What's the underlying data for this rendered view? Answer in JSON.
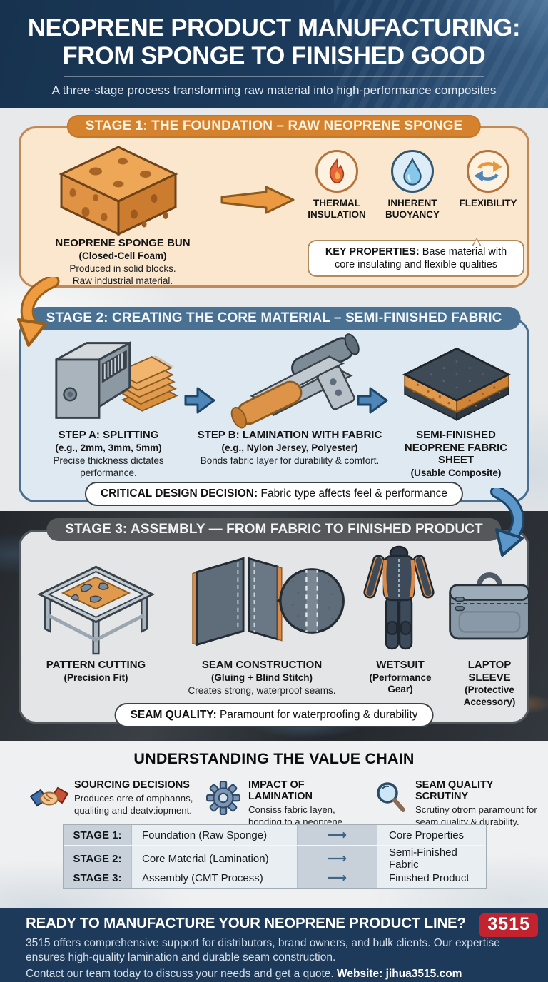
{
  "colors": {
    "header_navy": "#1d3a5a",
    "stage1_orange": "#d5822f",
    "stage2_steel_blue": "#4a7192",
    "stage3_gray": "#54585b",
    "badge_red": "#c2232e"
  },
  "header": {
    "title_line1": "NEOPRENE PRODUCT MANUFACTURING:",
    "title_line2": "FROM SPONGE TO FINISHED GOOD",
    "subtitle": "A three-stage process transforming raw material into high-performance composites"
  },
  "stage1": {
    "heading": "STAGE 1: THE FOUNDATION – RAW NEOPRENE SPONGE",
    "sponge_title": "NEOPRENE SPONGE BUN",
    "sponge_subtitle": "(Closed-Cell Foam)",
    "sponge_desc1": "Produced in solid blocks.",
    "sponge_desc2": "Raw industrial material.",
    "properties": [
      {
        "label": "THERMAL INSULATION",
        "icon": "flame-icon"
      },
      {
        "label": "INHERENT BUOYANCY",
        "icon": "water-drop-icon"
      },
      {
        "label": "FLEXIBILITY",
        "icon": "cycle-arrows-icon"
      }
    ],
    "key_properties_label": "KEY PROPERTIES:",
    "key_properties_text": "Base material with core insulating and flexible qualities"
  },
  "stage2": {
    "heading": "STAGE 2: CREATING THE CORE MATERIAL – SEMI-FINISHED FABRIC",
    "steps": [
      {
        "title": "STEP A: SPLITTING",
        "subtitle": "(e.g., 2mm, 3mm, 5mm)",
        "desc": "Precise thickness dictates performance.",
        "illustration": "splitting-machine-illustration"
      },
      {
        "title": "STEP B: LAMINATION WITH FABRIC",
        "subtitle": "(e.g., Nylon Jersey, Polyester)",
        "desc": "Bonds fabric layer for durability & comfort.",
        "illustration": "lamination-machine-illustration"
      },
      {
        "title": "SEMI-FINISHED NEOPRENE FABRIC SHEET",
        "subtitle": "(Usable Composite)",
        "desc": "",
        "illustration": "fabric-sheet-illustration"
      }
    ],
    "callout_label": "CRITICAL DESIGN DECISION:",
    "callout_text": "Fabric type affects feel & performance"
  },
  "stage3": {
    "heading": "STAGE 3: ASSEMBLY — FROM FABRIC TO FINISHED PRODUCT",
    "items": [
      {
        "title": "PATTERN CUTTING",
        "subtitle": "(Precision Fit)",
        "desc": "",
        "illustration": "cutting-table-illustration"
      },
      {
        "title": "SEAM CONSTRUCTION",
        "subtitle": "(Gluing + Blind Stitch)",
        "desc": "Creates strong, waterproof seams.",
        "illustration": "seam-panels-illustration"
      },
      {
        "title": "WETSUIT",
        "subtitle": "(Performance Gear)",
        "desc": "",
        "illustration": "wetsuit-illustration"
      },
      {
        "title": "LAPTOP SLEEVE",
        "subtitle": "(Protective Accessory)",
        "desc": "",
        "illustration": "laptop-sleeve-illustration"
      }
    ],
    "callout_label": "SEAM QUALITY:",
    "callout_text": "Paramount for waterproofing & durability"
  },
  "value_chain": {
    "heading": "UNDERSTANDING THE VALUE CHAIN",
    "items": [
      {
        "title": "SOURCING DECISIONS",
        "desc": "Produces orre of omphanns, qualiting and deatv:iopment.",
        "icon": "handshake-icon"
      },
      {
        "title": "IMPACT OF LAMINATION",
        "desc": "Consiss fabric layen, bonding to a neoprene Fiabric sheet.",
        "icon": "gear-icon"
      },
      {
        "title": "SEAM QUALITY SCRUTINY",
        "desc": "Scrutiny otrom paramount for seam quality & durability.",
        "icon": "magnifier-icon"
      }
    ],
    "table": {
      "arrow": "⟶",
      "rows": [
        {
          "stage": "STAGE 1:",
          "process": "Foundation (Raw Sponge)",
          "result": "Core Properties"
        },
        {
          "stage": "STAGE 2:",
          "process": "Core Material (Lamination)",
          "result": "Semi-Finished Fabric"
        },
        {
          "stage": "STAGE 3:",
          "process": "Assembly (CMT Process)",
          "result": "Finished Product"
        }
      ]
    }
  },
  "footer": {
    "badge": "3515",
    "heading": "READY TO MANUFACTURE YOUR NEOPRENE PRODUCT LINE?",
    "body": "3515 offers comprehensive support for distributors, brand owners, and bulk clients. Our expertise ensures high-quality lamination and durable seam construction.",
    "contact": "Contact our team today to discuss your needs and get a quote.",
    "website_label": "Website:",
    "website": "jihua3515.com"
  }
}
